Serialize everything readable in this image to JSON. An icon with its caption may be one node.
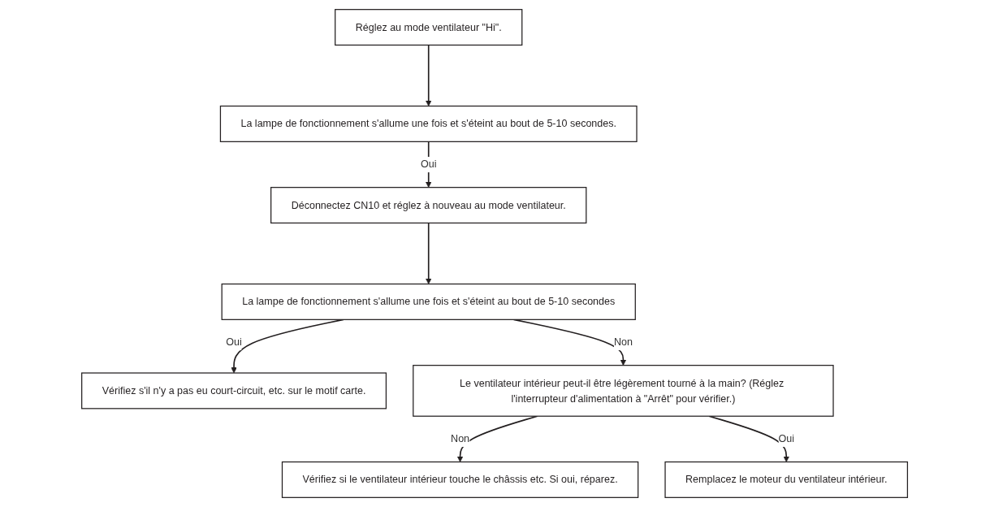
{
  "diagram": {
    "nodes": [
      {
        "text": [
          "Réglez au mode ventilateur \"Hi\"."
        ]
      },
      {
        "text": [
          "La lampe de fonctionnement s'allume une fois et s'éteint au bout de 5-10 secondes."
        ]
      },
      {
        "text": [
          "Déconnectez CN10 et réglez à nouveau au mode ventilateur."
        ]
      },
      {
        "text": [
          "La lampe de fonctionnement s'allume une fois et s'éteint au bout de 5-10 secondes"
        ]
      },
      {
        "text": [
          "Vérifiez s'il n'y a pas eu court-circuit, etc. sur le motif carte."
        ]
      },
      {
        "text": [
          "Le ventilateur intérieur peut-il être légèrement tourné à la main? (Réglez l'interrupteur d'alimentation à \"Arrêt\" pour vérifier.)"
        ]
      },
      {
        "text": [
          "Vérifiez si le ventilateur intérieur touche le châssis etc. Si oui, réparez."
        ]
      },
      {
        "text": [
          "Remplacez le moteur du ventilateur intérieur."
        ]
      }
    ],
    "edges": [
      {
        "from": 0,
        "to": 1,
        "arrow": "to"
      },
      {
        "from": 1,
        "to": 2,
        "arrow": "to",
        "label": "Oui"
      },
      {
        "from": 2,
        "to": 3,
        "arrow": "to"
      },
      {
        "from": 3,
        "to": 4,
        "arrow": "to",
        "label": "Oui"
      },
      {
        "from": 3,
        "to": 5,
        "arrow": "to",
        "label": "Non"
      },
      {
        "from": 5,
        "to": 6,
        "arrow": "to",
        "label": "Non"
      },
      {
        "from": 5,
        "to": 7,
        "arrow": "to",
        "label": "Oui"
      }
    ]
  }
}
